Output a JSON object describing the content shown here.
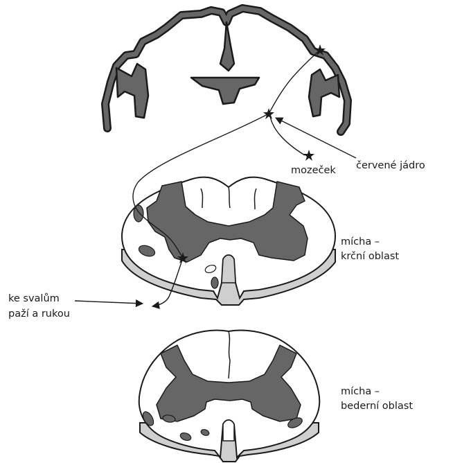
{
  "labels": {
    "cerebellum": "mozeček",
    "red_nucleus": "červené jádro",
    "cervical_line1": "mícha –",
    "cervical_line2": "krční oblast",
    "lumbar_line1": "mícha –",
    "lumbar_line2": "bederní oblast",
    "muscles_line1": "ke svalům",
    "muscles_line2": "paží a rukou"
  },
  "colors": {
    "gray_matter": "#666666",
    "white_matter": "#ffffff",
    "cord_shadow": "#cfcfcf",
    "outline": "#1a1a1a"
  }
}
